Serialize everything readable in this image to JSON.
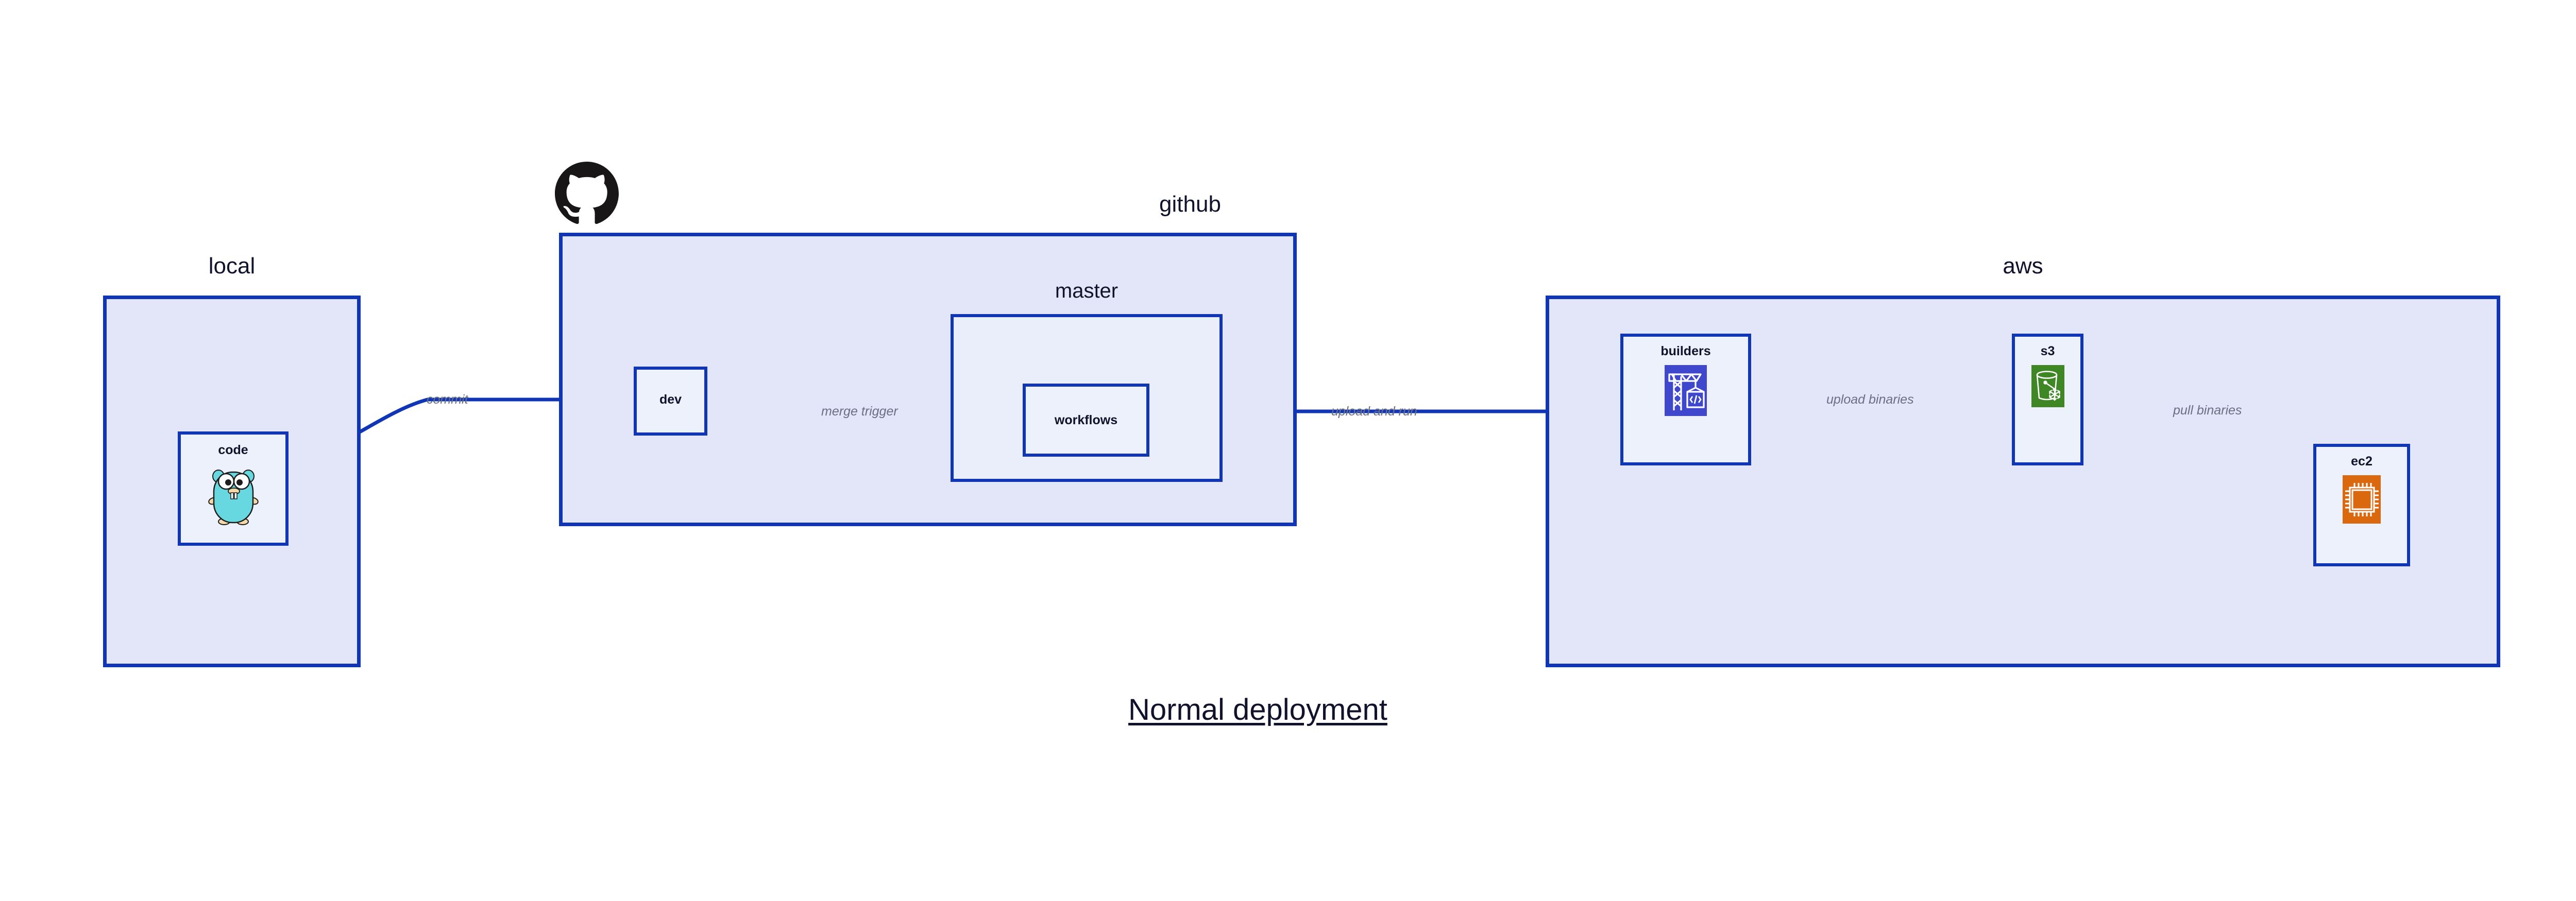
{
  "caption": "Normal deployment",
  "colors": {
    "edge": "#1036b5",
    "group_border": "#1036b5",
    "group_fill": "#e2e6f8",
    "group_fill_inner": "#eaeefb",
    "node_fill": "#edf1fc",
    "label_text": "#10132b",
    "edge_label_text": "#6b6f84",
    "codebuild_blue": "#3f48cc",
    "s3_green": "#3f8624",
    "ec2_orange": "#d9680f",
    "gopher_cyan": "#68d8e0",
    "github_black": "#181616",
    "canvas": "#ffffff"
  },
  "groups": [
    {
      "id": "local",
      "label": "local"
    },
    {
      "id": "github",
      "label": "github"
    },
    {
      "id": "master",
      "label": "master"
    },
    {
      "id": "aws",
      "label": "aws"
    }
  ],
  "nodes": [
    {
      "id": "code",
      "label": "code",
      "icon": "go-gopher-icon",
      "group": "local"
    },
    {
      "id": "dev",
      "label": "dev",
      "icon": null,
      "group": "github"
    },
    {
      "id": "workflows",
      "label": "workflows",
      "icon": null,
      "group": "master"
    },
    {
      "id": "builders",
      "label": "builders",
      "icon": "aws-codebuild-icon",
      "group": "aws"
    },
    {
      "id": "s3",
      "label": "s3",
      "icon": "aws-s3-icon",
      "group": "aws"
    },
    {
      "id": "ec2",
      "label": "ec2",
      "icon": "aws-ec2-icon",
      "group": "aws"
    }
  ],
  "edges": [
    {
      "id": "commit",
      "label": "commit",
      "from": "code",
      "to": "dev"
    },
    {
      "id": "merge-trigger",
      "label": "merge trigger",
      "from": "dev",
      "to": "workflows"
    },
    {
      "id": "upload-and-run",
      "label": "upload and run",
      "from": "workflows",
      "to": "builders"
    },
    {
      "id": "upload-binaries",
      "label": "upload binaries",
      "from": "builders",
      "to": "s3"
    },
    {
      "id": "pull-binaries",
      "label": "pull binaries",
      "from": "s3",
      "to": "ec2"
    }
  ],
  "logos": [
    {
      "id": "github-logo",
      "name": "github-octocat-icon"
    }
  ]
}
